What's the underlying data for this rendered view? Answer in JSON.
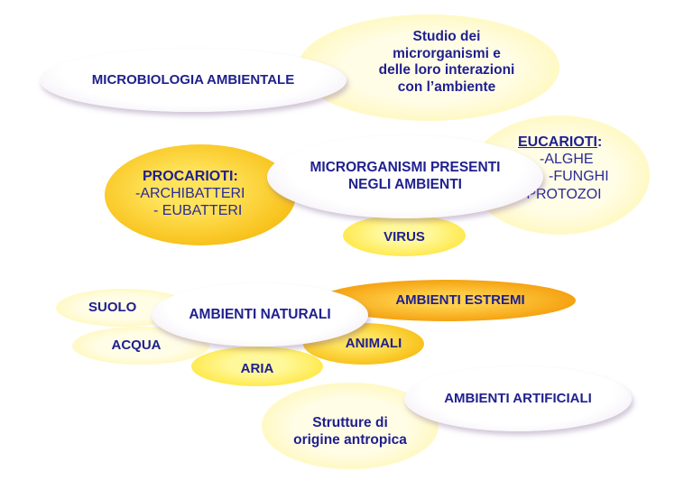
{
  "nodes": {
    "microbiologia": "MICROBIOLOGIA AMBIENTALE",
    "studio_lines": [
      "Studio dei",
      "microrganismi e",
      "delle loro interazioni",
      "con l’ambiente"
    ],
    "microrganismi_lines": [
      "MICRORGANISMI PRESENTI",
      "NEGLI AMBIENTI"
    ],
    "procarioti_title": "PROCARIOTI:",
    "procarioti_items": [
      "-ARCHIBATTERI",
      "- EUBATTERI"
    ],
    "eucarioti_title": "EUCARIOTI",
    "eucarioti_colon": ":",
    "eucarioti_items": [
      "-ALGHE",
      "-FUNGHI",
      "-PROTOZOI"
    ],
    "virus": "VIRUS",
    "ambienti_naturali": "AMBIENTI NATURALI",
    "suolo": "SUOLO",
    "acqua": "ACQUA",
    "aria": "ARIA",
    "animali": "ANIMALI",
    "ambienti_estremi": "AMBIENTI ESTREMI",
    "ambienti_artificiali": "AMBIENTI ARTIFICIALI",
    "strutture_lines": [
      "Strutture di",
      "origine antropica"
    ]
  }
}
